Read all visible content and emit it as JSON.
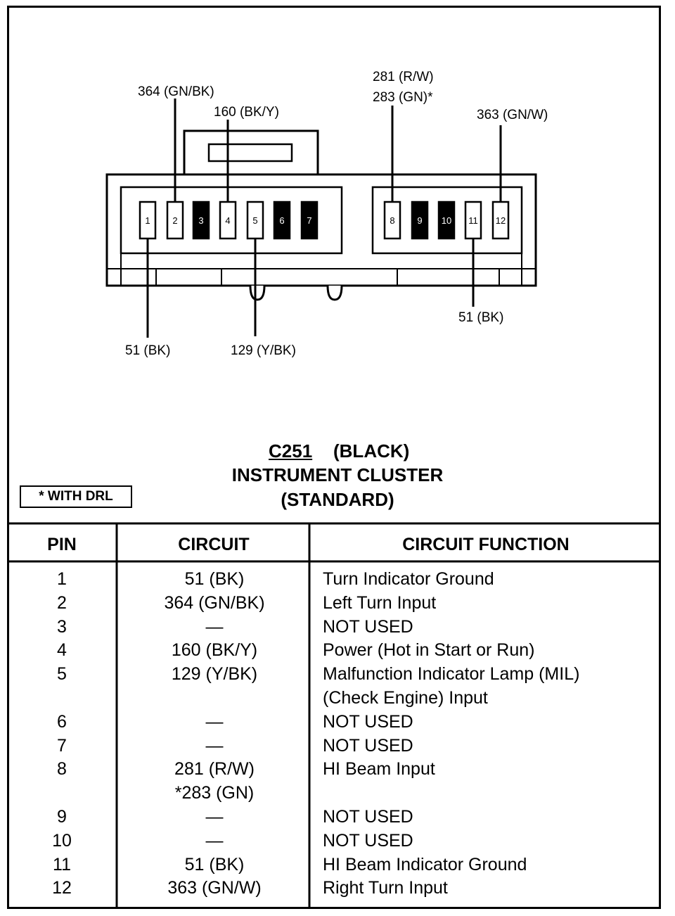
{
  "connector": {
    "id": "C251",
    "color": "(BLACK)",
    "name": "INSTRUMENT CLUSTER",
    "variant": "(STANDARD)",
    "note": "* WITH DRL"
  },
  "callouts": {
    "pin2": "364 (GN/BK)",
    "pin4": "160 (BK/Y)",
    "pin8_a": "281 (R/W)",
    "pin8_b": "283 (GN)*",
    "pin12": "363 (GN/W)",
    "pin1": "51 (BK)",
    "pin5": "129 (Y/BK)",
    "pin11": "51 (BK)"
  },
  "pin_numbers": [
    "1",
    "2",
    "3",
    "4",
    "5",
    "6",
    "7",
    "8",
    "9",
    "10",
    "11",
    "12"
  ],
  "table": {
    "headers": {
      "pin": "PIN",
      "circuit": "CIRCUIT",
      "function": "CIRCUIT FUNCTION"
    },
    "rows": [
      {
        "pin": "1",
        "circuit": "51 (BK)",
        "function": "Turn Indicator Ground"
      },
      {
        "pin": "2",
        "circuit": "364 (GN/BK)",
        "function": "Left Turn Input"
      },
      {
        "pin": "3",
        "circuit": "—",
        "function": "NOT USED"
      },
      {
        "pin": "4",
        "circuit": "160 (BK/Y)",
        "function": "Power (Hot in Start or Run)"
      },
      {
        "pin": "5",
        "circuit": "129 (Y/BK)",
        "function": "Malfunction Indicator Lamp (MIL)"
      },
      {
        "pin": "",
        "circuit": "",
        "function": "(Check Engine) Input"
      },
      {
        "pin": "6",
        "circuit": "—",
        "function": "NOT USED"
      },
      {
        "pin": "7",
        "circuit": "—",
        "function": "NOT USED"
      },
      {
        "pin": "8",
        "circuit": "281 (R/W)",
        "function": "HI Beam Input"
      },
      {
        "pin": "",
        "circuit": "*283 (GN)",
        "function": ""
      },
      {
        "pin": "9",
        "circuit": "—",
        "function": "NOT USED"
      },
      {
        "pin": "10",
        "circuit": "—",
        "function": "NOT USED"
      },
      {
        "pin": "11",
        "circuit": "51 (BK)",
        "function": "HI Beam Indicator Ground"
      },
      {
        "pin": "12",
        "circuit": "363 (GN/W)",
        "function": "Right Turn Input"
      }
    ]
  }
}
